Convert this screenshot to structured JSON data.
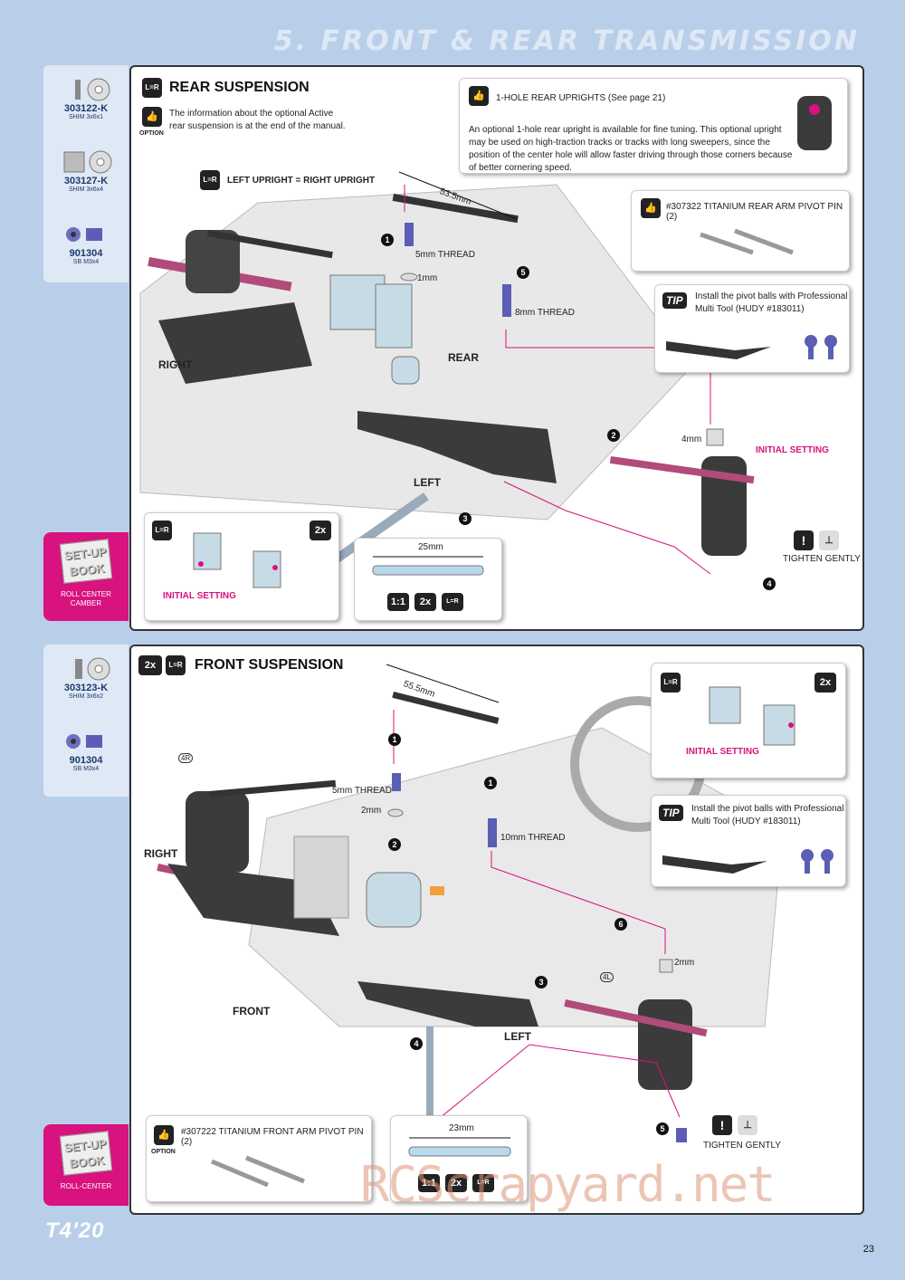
{
  "header": "5. FRONT & REAR TRANSMISSION",
  "page_number": "23",
  "logo": "T4'20",
  "watermark": "RCScrapyard.net",
  "rear": {
    "title": "REAR SUSPENSION",
    "option_label": "OPTION",
    "info_text_1": "The information about the optional Active",
    "info_text_2": "rear suspension is at the end of the manual.",
    "parts": [
      {
        "code": "303122-K",
        "desc": "SHIM 3x6x1"
      },
      {
        "code": "303127-K",
        "desc": "SHIM 3x6x4"
      },
      {
        "code": "901304",
        "desc": "SB M3x4"
      }
    ],
    "setup_label_1": "ROLL CENTER",
    "setup_label_2": "CAMBER",
    "upright_label": "LEFT UPRIGHT = RIGHT UPRIGHT",
    "length": "53.5mm",
    "thread1": "5mm THREAD",
    "shim": "1mm",
    "thread2": "8mm THREAD",
    "right": "RIGHT",
    "rear_lbl": "REAR",
    "left": "LEFT",
    "shim4": "4mm",
    "initial": "INITIAL SETTING",
    "tighten": "TIGHTEN GENTLY",
    "pin_len": "25mm",
    "scale": "1:1",
    "times": "2x",
    "lr": "L=R",
    "opt_box": {
      "title": "1-HOLE REAR UPRIGHTS (See page 21)",
      "text": "An optional 1-hole rear upright is available for fine tuning. This optional upright may be used on high-traction tracks or tracks with long sweepers, since the position of the center hole will allow faster driving through those corners because of better cornering speed."
    },
    "pin_box": "#307322  TITANIUM REAR ARM PIVOT PIN (2)",
    "tip": "TIP",
    "tip_text": "Install the pivot balls with Professional Multi Tool (HUDY #183011)",
    "inset_initial": "INITIAL SETTING"
  },
  "front": {
    "title": "FRONT SUSPENSION",
    "parts": [
      {
        "code": "303123-K",
        "desc": "SHIM 3x6x2"
      },
      {
        "code": "901304",
        "desc": "SB M3x4"
      }
    ],
    "setup_label_1": "ROLL-CENTER",
    "length": "55.5mm",
    "thread1": "5mm THREAD",
    "shim": "2mm",
    "thread2": "10mm THREAD",
    "right": "RIGHT",
    "front_lbl": "FRONT",
    "left": "LEFT",
    "shim6": "2mm",
    "r4": "4R",
    "l4": "4L",
    "tighten": "TIGHTEN GENTLY",
    "pin_len": "23mm",
    "scale": "1:1",
    "times": "2x",
    "lr": "L=R",
    "pin_box": "#307222  TITANIUM FRONT ARM PIVOT PIN (2)",
    "option_label": "OPTION",
    "tip": "TIP",
    "tip_text": "Install the pivot balls with Professional Multi Tool (HUDY #183011)",
    "inset_initial": "INITIAL SETTING"
  },
  "colors": {
    "accent": "#d8127e",
    "bg": "#b9cfe9",
    "panel_side": "#dfe8f5"
  }
}
